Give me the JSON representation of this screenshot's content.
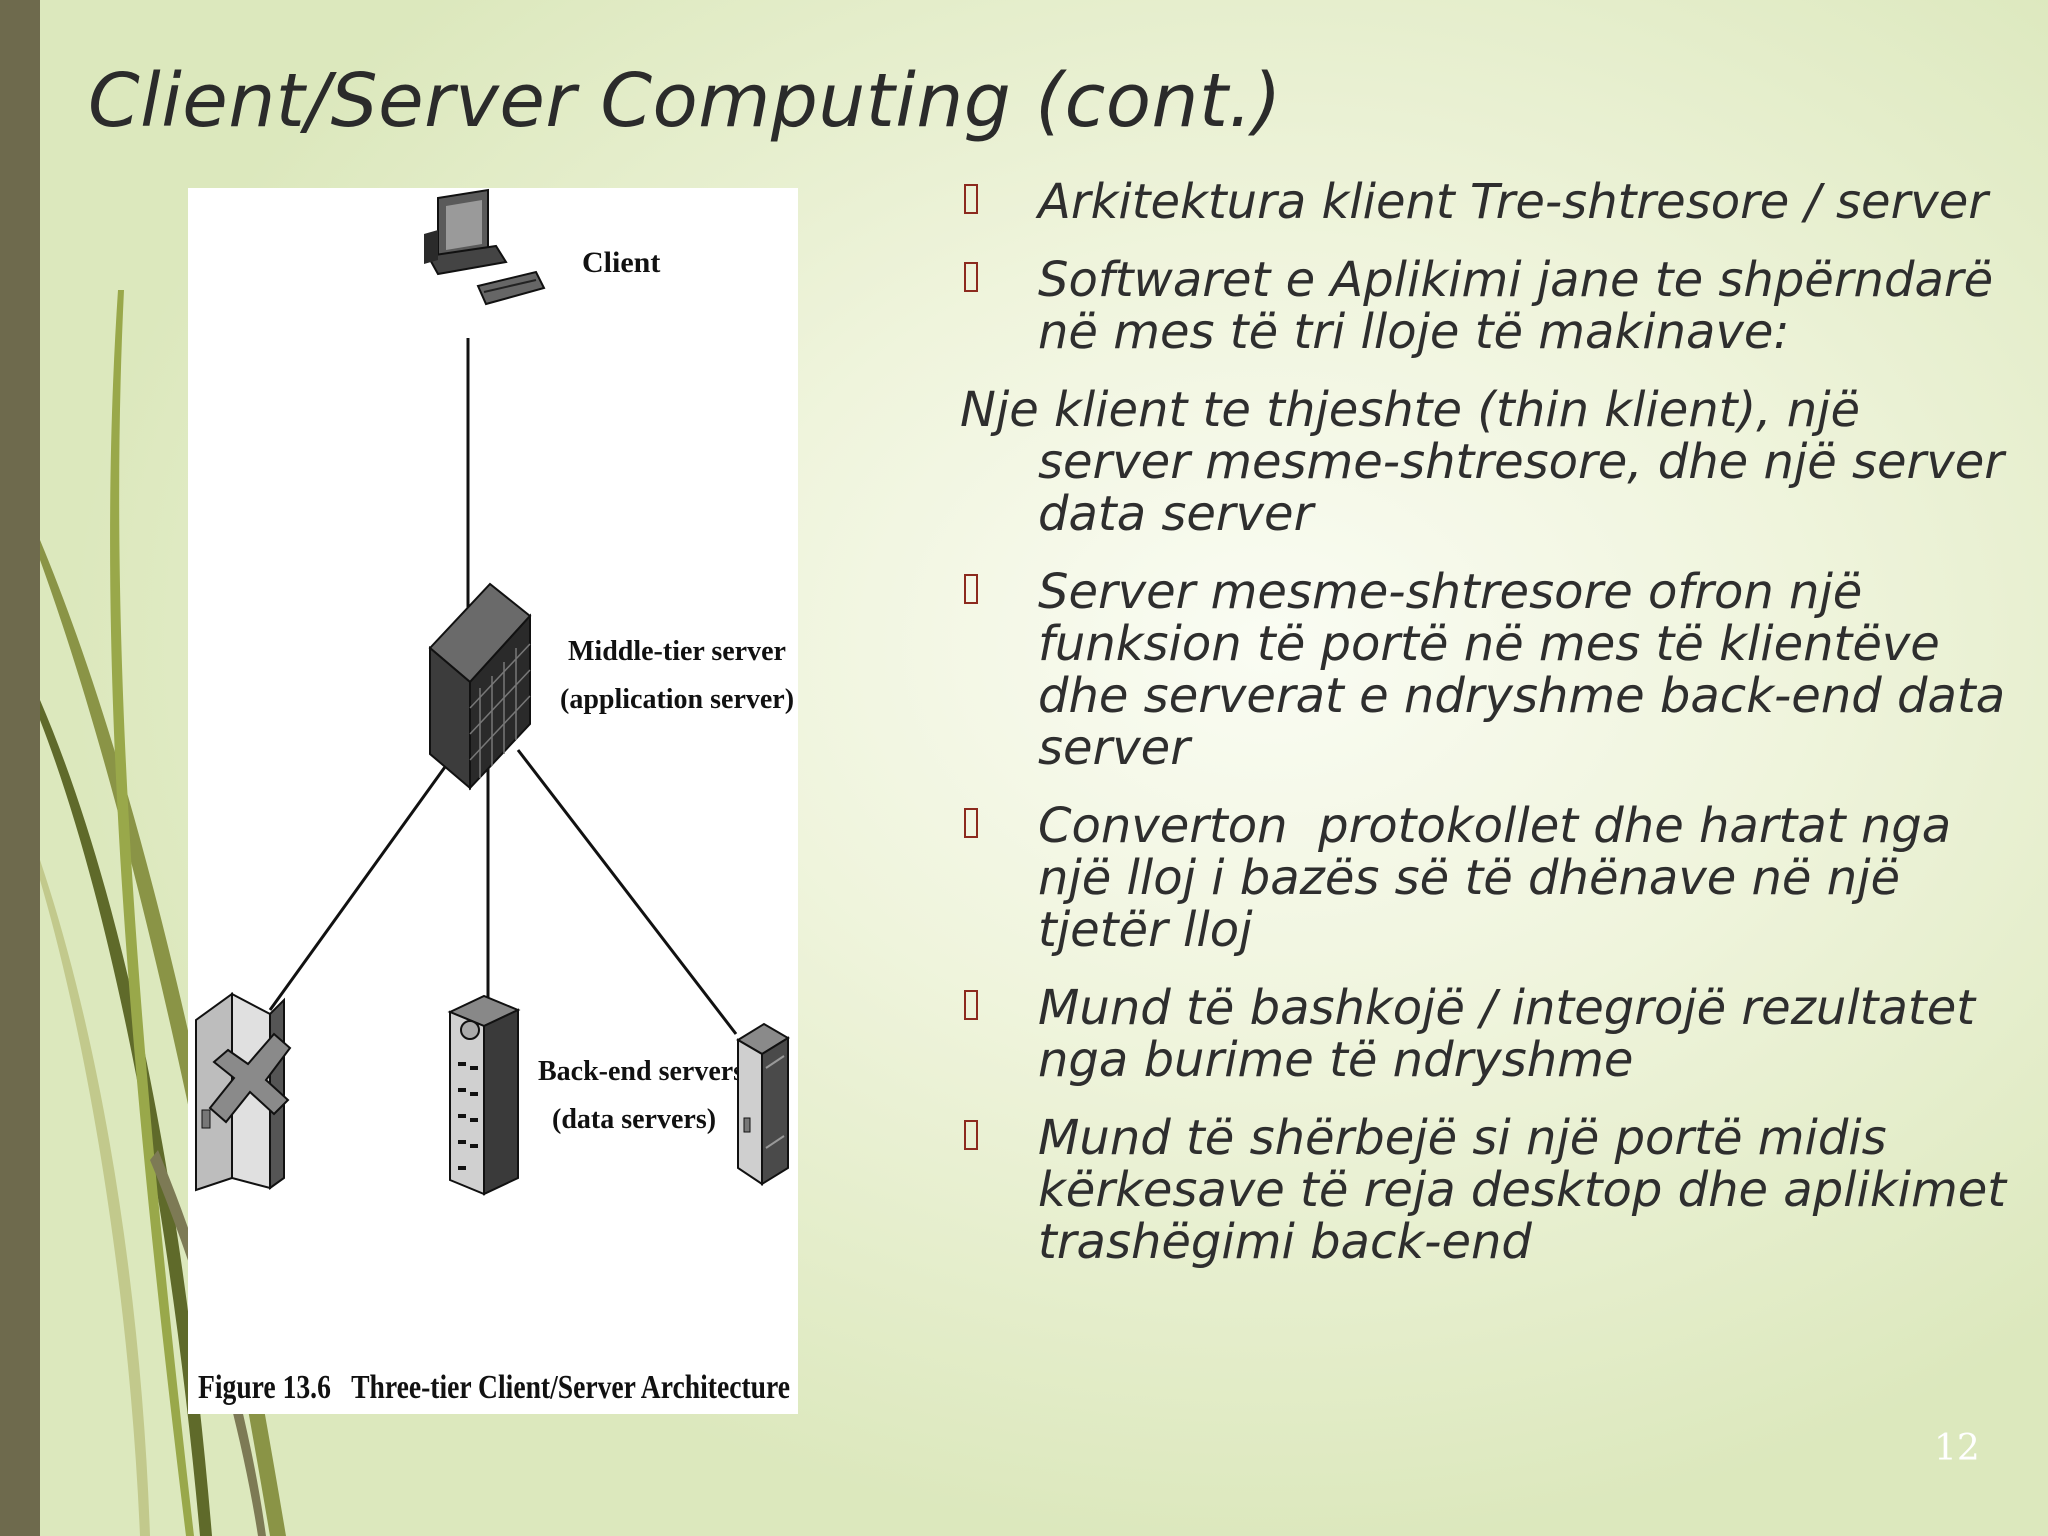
{
  "slide": {
    "title": "Client/Server Computing (cont.)",
    "number": "12"
  },
  "figure": {
    "caption": "Figure 13.6   Three-tier Client/Server Architecture",
    "client_label": "Client",
    "middle_tier_label_1": "Middle-tier server",
    "middle_tier_label_2": "(application server)",
    "backend_label_1": "Back-end servers",
    "backend_label_2": "(data servers)"
  },
  "bullets": [
    {
      "bullet": true,
      "text": "Arkitektura klient Tre-shtresore / server"
    },
    {
      "bullet": true,
      "text": "Softwaret e Aplikimi jane te shpërndarë në mes të tri lloje të makinave:"
    },
    {
      "bullet": false,
      "text": "Nje klient te thjeshte (thin klient), një server mesme-shtresore, dhe një server data server"
    },
    {
      "bullet": true,
      "text": "Server mesme-shtresore ofron një funksion të portë në mes të klientëve dhe serverat e ndryshme back-end data server"
    },
    {
      "bullet": true,
      "text": "Converton  protokollet dhe hartat nga një lloj i bazës së të dhënave në një tjetër lloj"
    },
    {
      "bullet": true,
      "text": "Mund të bashkojë / integrojë rezultatet nga burime të ndryshme"
    },
    {
      "bullet": true,
      "text": "Mund të shërbejë si një portë midis kërkesave të reja desktop dhe aplikimet trashëgimi back-end"
    }
  ],
  "colors": {
    "left_bar": "#6e6a4d",
    "bullet_marker": "#8c2a1e",
    "text": "#2e2e2e"
  }
}
